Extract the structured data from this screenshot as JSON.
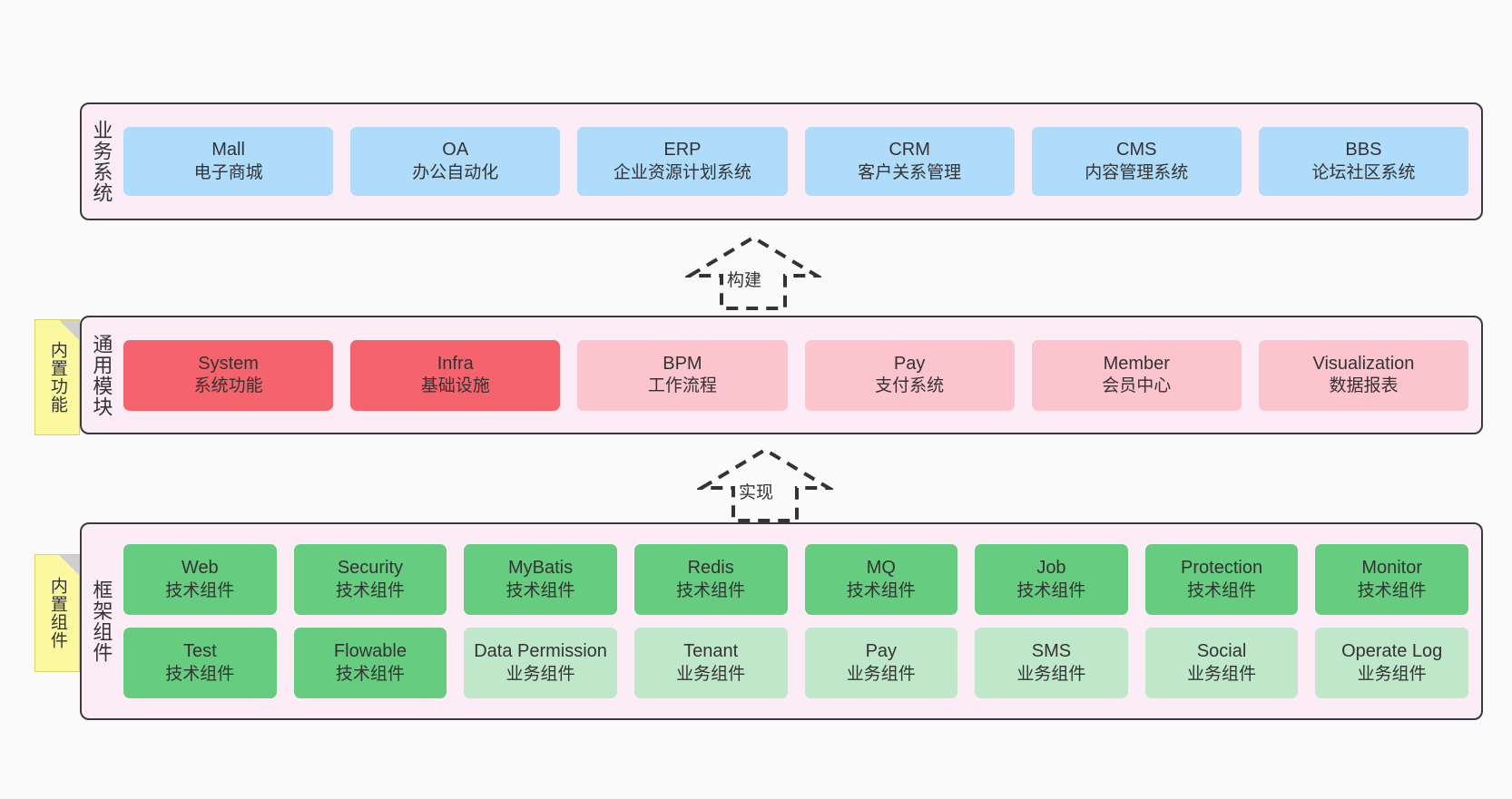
{
  "diagram": {
    "background_color": "#fafafa",
    "panel_color": "#fbecf6",
    "panel_border_color": "#3a3a3a"
  },
  "layers": [
    {
      "id": "business",
      "title": "业务系统",
      "cards": [
        {
          "name": "Mall",
          "sub": "电子商城",
          "color": "#aedcfa",
          "style": "c-blue"
        },
        {
          "name": "OA",
          "sub": "办公自动化",
          "color": "#aedcfa",
          "style": "c-blue"
        },
        {
          "name": "ERP",
          "sub": "企业资源计划系统",
          "color": "#aedcfa",
          "style": "c-blue"
        },
        {
          "name": "CRM",
          "sub": "客户关系管理",
          "color": "#aedcfa",
          "style": "c-blue"
        },
        {
          "name": "CMS",
          "sub": "内容管理系统",
          "color": "#aedcfa",
          "style": "c-blue"
        },
        {
          "name": "BBS",
          "sub": "论坛社区系统",
          "color": "#aedcfa",
          "style": "c-blue"
        }
      ]
    },
    {
      "id": "common",
      "title": "通用模块",
      "note": "内置功能",
      "cards": [
        {
          "name": "System",
          "sub": "系统功能",
          "color": "#f5646c",
          "style": "c-red"
        },
        {
          "name": "Infra",
          "sub": "基础设施",
          "color": "#f5646c",
          "style": "c-red"
        },
        {
          "name": "BPM",
          "sub": "工作流程",
          "color": "#fcc4cd",
          "style": "c-pink"
        },
        {
          "name": "Pay",
          "sub": "支付系统",
          "color": "#fcc4cd",
          "style": "c-pink"
        },
        {
          "name": "Member",
          "sub": "会员中心",
          "color": "#fcc4cd",
          "style": "c-pink"
        },
        {
          "name": "Visualization",
          "sub": "数据报表",
          "color": "#fcc4cd",
          "style": "c-pink"
        }
      ]
    },
    {
      "id": "frame",
      "title": "框架组件",
      "note": "内置组件",
      "row1": [
        {
          "name": "Web",
          "sub": "技术组件",
          "color": "#66cc7f",
          "style": "c-green"
        },
        {
          "name": "Security",
          "sub": "技术组件",
          "color": "#66cc7f",
          "style": "c-green"
        },
        {
          "name": "MyBatis",
          "sub": "技术组件",
          "color": "#66cc7f",
          "style": "c-green"
        },
        {
          "name": "Redis",
          "sub": "技术组件",
          "color": "#66cc7f",
          "style": "c-green"
        },
        {
          "name": "MQ",
          "sub": "技术组件",
          "color": "#66cc7f",
          "style": "c-green"
        },
        {
          "name": "Job",
          "sub": "技术组件",
          "color": "#66cc7f",
          "style": "c-green"
        },
        {
          "name": "Protection",
          "sub": "技术组件",
          "color": "#66cc7f",
          "style": "c-green"
        },
        {
          "name": "Monitor",
          "sub": "技术组件",
          "color": "#66cc7f",
          "style": "c-green"
        }
      ],
      "row2": [
        {
          "name": "Test",
          "sub": "技术组件",
          "color": "#66cc7f",
          "style": "c-green"
        },
        {
          "name": "Flowable",
          "sub": "技术组件",
          "color": "#66cc7f",
          "style": "c-green"
        },
        {
          "name": "Data Permission",
          "sub": "业务组件",
          "color": "#bfe7c9",
          "style": "c-lightgreen"
        },
        {
          "name": "Tenant",
          "sub": "业务组件",
          "color": "#bfe7c9",
          "style": "c-lightgreen"
        },
        {
          "name": "Pay",
          "sub": "业务组件",
          "color": "#bfe7c9",
          "style": "c-lightgreen"
        },
        {
          "name": "SMS",
          "sub": "业务组件",
          "color": "#bfe7c9",
          "style": "c-lightgreen"
        },
        {
          "name": "Social",
          "sub": "业务组件",
          "color": "#bfe7c9",
          "style": "c-lightgreen"
        },
        {
          "name": "Operate Log",
          "sub": "业务组件",
          "color": "#bfe7c9",
          "style": "c-lightgreen"
        }
      ]
    }
  ],
  "arrows": [
    {
      "id": "build",
      "label": "构建",
      "direction": "up",
      "style": "dashed-hollow",
      "color": "#333333"
    },
    {
      "id": "impl",
      "label": "实现",
      "direction": "up",
      "style": "dashed-hollow",
      "color": "#333333"
    }
  ]
}
